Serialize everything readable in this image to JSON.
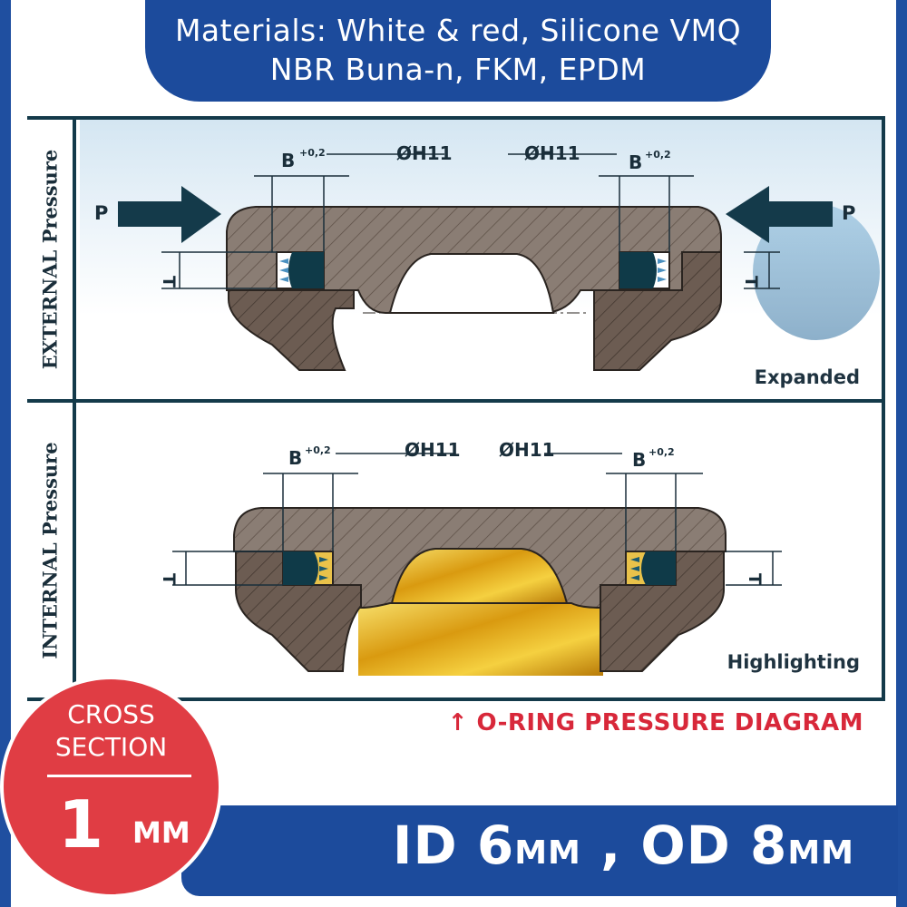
{
  "header": {
    "line1": "Materials: White & red, Silicone VMQ",
    "line2": "NBR Buna-n, FKM, EPDM"
  },
  "sections": {
    "external": {
      "side_label": "EXTERNAL Pressure",
      "mode_label": "Expanded",
      "pressure_label": "P"
    },
    "internal": {
      "side_label": "INTERNAL Pressure",
      "mode_label": "Highlighting"
    }
  },
  "dimensions": {
    "bore": "ØH11",
    "groove_width": "B",
    "groove_tolerance": "+0,2",
    "height": "T"
  },
  "caption": "↑ O-RING PRESSURE DIAGRAM",
  "badge": {
    "line1": "CROSS",
    "line2": "SECTION",
    "value": "1",
    "unit": "MM"
  },
  "size": {
    "id_label": "ID",
    "id_value": "6",
    "od_label": "OD",
    "od_value": "8",
    "unit": "MM",
    "separator": ","
  },
  "colors": {
    "banner": "#1c4b9c",
    "accent_red": "#e03d44",
    "caption_red": "#d8283a",
    "steel": "#8a7d74",
    "steel_dark": "#5e4f47",
    "oring": "#0f3a48",
    "water": "#4a90c0",
    "oil": "#e8b820"
  }
}
